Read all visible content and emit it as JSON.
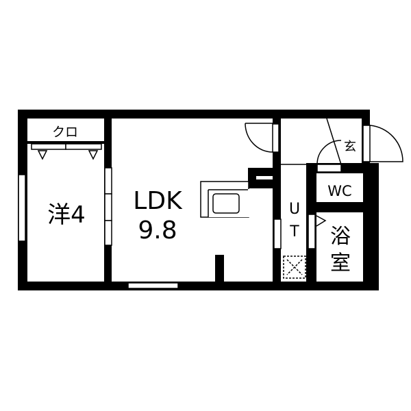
{
  "floorplan": {
    "rooms": {
      "closet": "クロ",
      "western_room": "洋4",
      "ldk_name": "LDK",
      "ldk_size": "9.8",
      "entrance": "玄",
      "toilet": "WC",
      "utility_u": "U",
      "utility_t": "T",
      "bath_1": "浴",
      "bath_2": "室"
    },
    "colors": {
      "wall": "#000000",
      "background": "#ffffff"
    }
  }
}
